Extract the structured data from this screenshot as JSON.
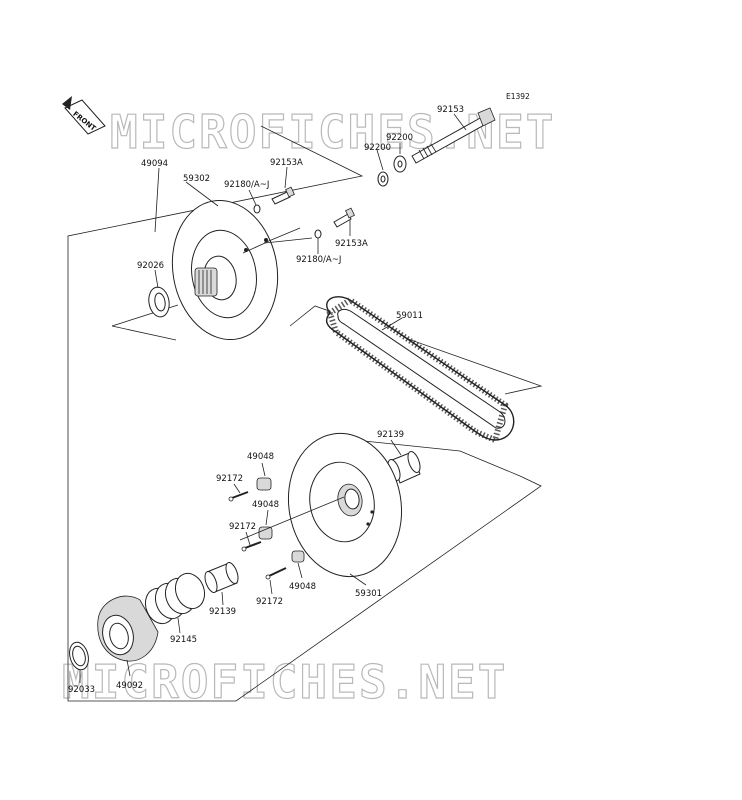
{
  "diagram": {
    "code": "E1392",
    "front_label": "FRONT",
    "watermark": "MICROFICHES.NET",
    "callouts": {
      "p92153": "92153",
      "p92200a": "92200",
      "p92200b": "92200",
      "p49094": "49094",
      "p59302": "59302",
      "p92153A_a": "92153A",
      "p92180_a": "92180/A~J",
      "p92153A_b": "92153A",
      "p92180_b": "92180/A~J",
      "p92026": "92026",
      "p59011": "59011",
      "p92139_a": "92139",
      "p49048_a": "49048",
      "p92172_a": "92172",
      "p49048_b": "49048",
      "p92172_b": "92172",
      "p49048_c": "49048",
      "p92172_c": "92172",
      "p59301": "59301",
      "p92139_b": "92139",
      "p92145": "92145",
      "p92033": "92033",
      "p49092": "49092"
    }
  }
}
